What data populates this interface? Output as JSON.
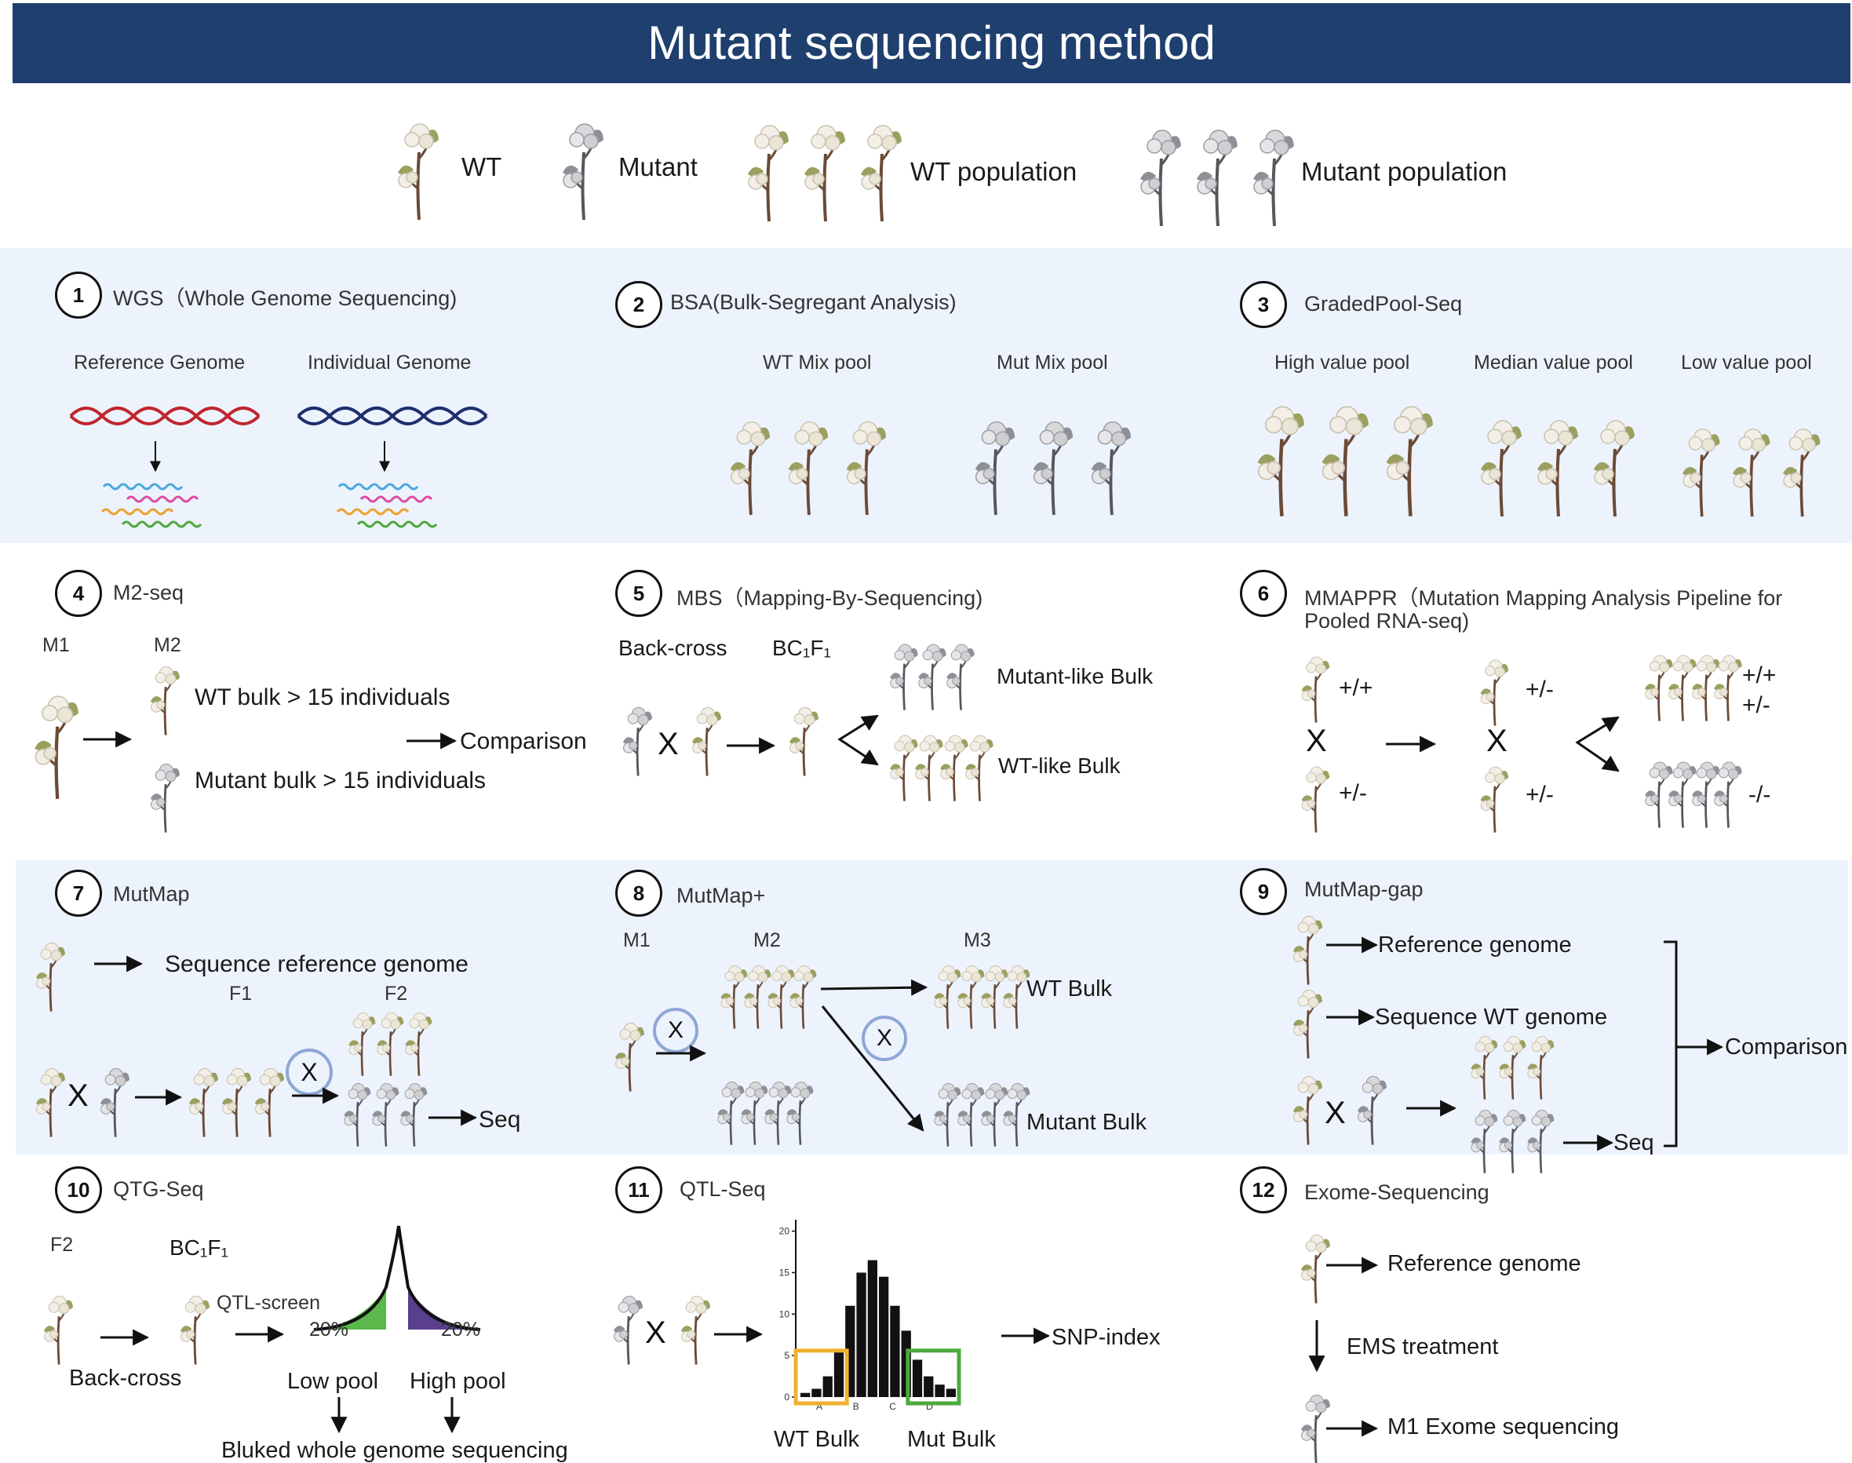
{
  "title": "Mutant sequencing method",
  "legend": {
    "wt": "WT",
    "mutant": "Mutant",
    "wt_population": "WT population",
    "mutant_population": "Mutant population"
  },
  "s1": {
    "num": "1",
    "title": "WGS（Whole Genome Sequencing)",
    "ref": "Reference Genome",
    "ind": "Individual Genome"
  },
  "s2": {
    "num": "2",
    "title": "BSA(Bulk-Segregant Analysis)",
    "wt_pool": "WT Mix pool",
    "mut_pool": "Mut Mix pool"
  },
  "s3": {
    "num": "3",
    "title": "GradedPool-Seq",
    "high": "High value  pool",
    "median": "Median value  pool",
    "low": "Low value  pool"
  },
  "s4": {
    "num": "4",
    "title": "M2-seq",
    "m1": "M1",
    "m2": "M2",
    "wt_bulk": "WT bulk > 15 individuals",
    "mut_bulk": "Mutant bulk > 15 individuals",
    "comparison": "Comparison"
  },
  "s5": {
    "num": "5",
    "title": "MBS（Mapping-By-Sequencing)",
    "backcross": "Back-cross",
    "bc1f1": "BC₁F₁",
    "x": "X",
    "mutant_like": "Mutant-like Bulk",
    "wt_like": "WT-like Bulk"
  },
  "s6": {
    "num": "6",
    "title_line1": "MMAPPR（Mutation Mapping Analysis Pipeline for",
    "title_line2": "Pooled RNA-seq)",
    "pp": "+/+",
    "pm": "+/-",
    "pm2": "+/-",
    "pm3": "+/-",
    "pm4": "+/-",
    "out_pp": "+/+",
    "out_pm": "+/-",
    "mm": "-/-",
    "x1": "X",
    "x2": "X"
  },
  "s7": {
    "num": "7",
    "title": "MutMap",
    "seq_ref": "Sequence reference genome",
    "f1": "F1",
    "f2": "F2",
    "x": "X",
    "x_circle": "X",
    "seq": "Seq"
  },
  "s8": {
    "num": "8",
    "title": "MutMap+",
    "m1": "M1",
    "m2": "M2",
    "m3": "M3",
    "x1": "X",
    "x2": "X",
    "wt_bulk": "WT Bulk",
    "mut_bulk": "Mutant Bulk"
  },
  "s9": {
    "num": "9",
    "title": "MutMap-gap",
    "ref": "Reference genome",
    "seq_wt": "Sequence WT genome",
    "comparison": "Comparison",
    "x": "X",
    "seq": "Seq"
  },
  "s10": {
    "num": "10",
    "title": "QTG-Seq",
    "f2": "F2",
    "bc1f1": "BC₁F₁",
    "qtl_screen": "QTL-screen",
    "pct_low": "20%",
    "pct_high": "20%",
    "backcross": "Back-cross",
    "low_pool": "Low pool",
    "high_pool": "High pool",
    "bulked": "Bluked whole genome sequencing"
  },
  "s11": {
    "num": "11",
    "title": "QTL-Seq",
    "x": "X",
    "snp_index": "SNP-index",
    "wt_bulk": "WT Bulk",
    "mut_bulk": "Mut Bulk"
  },
  "s12": {
    "num": "12",
    "title": "Exome-Sequencing",
    "ref": "Reference genome",
    "ems": "EMS treatment",
    "m1_exome": "M1 Exome sequencing"
  },
  "chart_data": {
    "type": "bar",
    "title": "",
    "xlabel": "",
    "ylabel": "",
    "ylim": [
      0,
      21
    ],
    "yticks": [
      0,
      5,
      10,
      15,
      20
    ],
    "xtick_labels": [
      "A",
      "B",
      "C",
      "D"
    ],
    "values": [
      0.5,
      1,
      2.5,
      5.5,
      11,
      15,
      16.5,
      14.5,
      11,
      8,
      4.5,
      2.5,
      1.5,
      1
    ],
    "highlights": [
      {
        "label": "WT Bulk",
        "from_index": 0,
        "to_index": 3,
        "color": "#f1b02f"
      },
      {
        "label": "Mut Bulk",
        "from_index": 10,
        "to_index": 13,
        "color": "#4caa3c"
      }
    ]
  },
  "colors": {
    "title_bar": "#1f3f6e",
    "band": "#edf3fc",
    "x_circle": "#8fa6d6",
    "low_pool": "#5bb84a",
    "high_pool": "#5a3f8e",
    "wt_boll": "#f3efe6",
    "mutant_boll": "#cfcfd2",
    "wt_leaf": "#9aa05e"
  }
}
